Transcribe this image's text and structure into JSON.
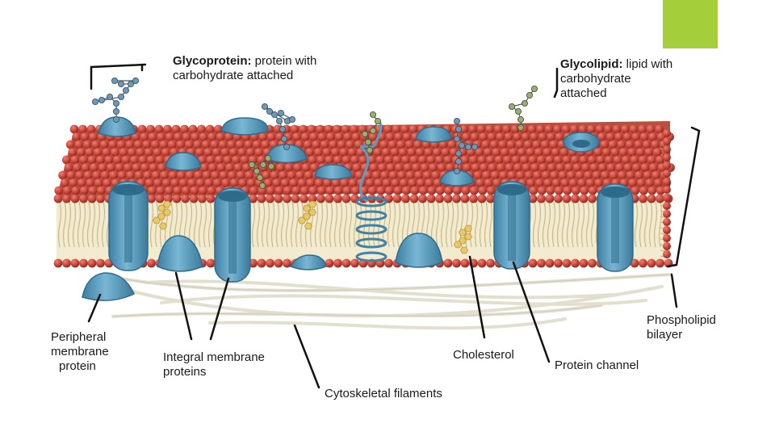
{
  "colors": {
    "accent": "#A5CF3A",
    "lipid_head": "#C8473C",
    "protein": "#5A9DC0",
    "protein_dark": "#2F6C8C",
    "glyco_protein_sugar": "#6A9AB8",
    "glyco_lipid_sugar": "#9BB064",
    "cholesterol": "#E8C86A",
    "filament": "#E8E4D6"
  },
  "labels": {
    "glycoprotein_term": "Glycoprotein:",
    "glycoprotein_desc_1": " protein with",
    "glycoprotein_desc_2": "carbohydrate attached",
    "glycolipid_term": "Glycolipid:",
    "glycolipid_desc_1": " lipid with",
    "glycolipid_desc_2": "carbohydrate",
    "glycolipid_desc_3": "attached",
    "peripheral_1": "Peripheral",
    "peripheral_2": "membrane",
    "peripheral_3": "protein",
    "integral_1": "Integral membrane",
    "integral_2": "proteins",
    "cytoskeletal": "Cytoskeletal filaments",
    "cholesterol": "Cholesterol",
    "protein_channel": "Protein channel",
    "phospholipid_1": "Phospholipid",
    "phospholipid_2": "bilayer"
  }
}
